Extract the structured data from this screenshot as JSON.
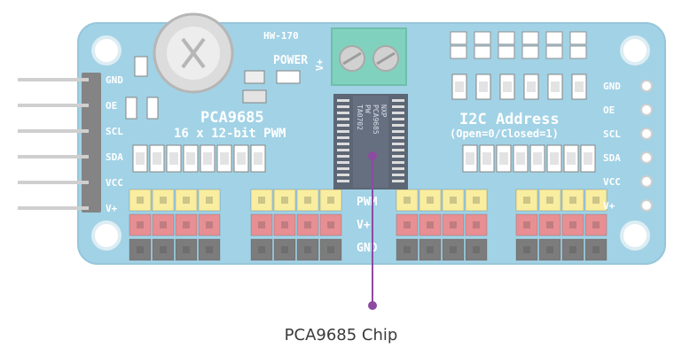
{
  "board": {
    "model": "HW-170",
    "power_label": "POWER",
    "vplus_terminal": "V+",
    "name": "PCA9685",
    "subtitle": "16 x 12-bit PWM",
    "i2c_title": "I2C Address",
    "i2c_note": "(Open=0/Closed=1)",
    "left_pins": [
      "GND",
      "OE",
      "SCL",
      "SDA",
      "VCC",
      "V+"
    ],
    "right_pins": [
      "GND",
      "OE",
      "SCL",
      "SDA",
      "VCC",
      "V+"
    ],
    "header_labels": [
      "PWM",
      "V+",
      "GND"
    ],
    "chip_text": [
      "NXP",
      "PCA9685",
      "PW",
      "TA0702"
    ],
    "colors": {
      "pcb": "#7ec1dc",
      "pcb_edge": "#6fb0cc",
      "terminal": "#4fc1a6",
      "chip": "#1f2c40",
      "pin_yellow": "#f7e77b",
      "pin_red": "#e0646a",
      "pin_black": "#4a4a4a",
      "callout": "#8e4aa0"
    }
  },
  "annotation": {
    "label": "PCA9685 Chip"
  }
}
